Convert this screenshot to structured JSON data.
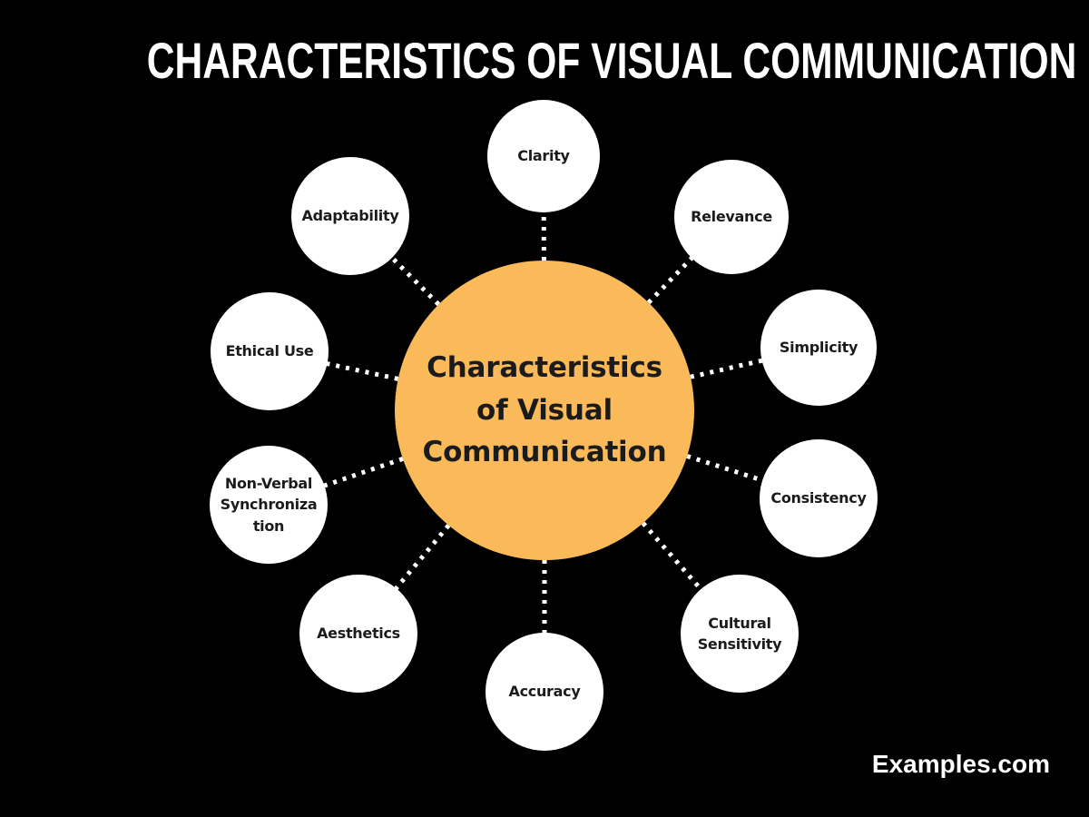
{
  "page": {
    "title": "CHARACTERISTICS OF VISUAL COMMUNICATION",
    "watermark": "Examples.com"
  },
  "theme": {
    "background": "#000000",
    "accent_orange": "#FBBA59",
    "node_fill": "#FFFFFF",
    "text_dark": "#1B1B1B",
    "text_light": "#FFFFFF",
    "connector": "#FFFFFF"
  },
  "diagram": {
    "center": {
      "label": "Characteristics of Visual Communication"
    },
    "nodes": [
      {
        "label": "Clarity"
      },
      {
        "label": "Adaptability"
      },
      {
        "label": "Relevance"
      },
      {
        "label": "Ethical Use"
      },
      {
        "label": "Simplicity"
      },
      {
        "label": "Non-Verbal Synchronization"
      },
      {
        "label": "Consistency"
      },
      {
        "label": "Aesthetics"
      },
      {
        "label": "Cultural Sensitivity"
      },
      {
        "label": "Accuracy"
      }
    ]
  }
}
